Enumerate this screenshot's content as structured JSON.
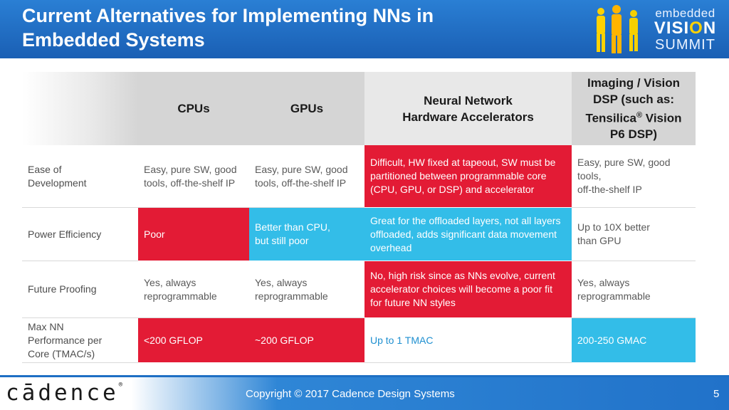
{
  "slide": {
    "title_line1": "Current Alternatives for Implementing NNs in",
    "title_line2": "Embedded Systems"
  },
  "logo": {
    "line1": "embedded",
    "line2_prefix": "VISI",
    "line2_o": "O",
    "line2_suffix": "N",
    "line3": "SUMMIT",
    "icon": "people-silhouettes-icon"
  },
  "table": {
    "headers": {
      "cpus": "CPUs",
      "gpus": "GPUs",
      "accel_line1": "Neural Network",
      "accel_line2": "Hardware Accelerators",
      "dsp_line1": "Imaging / Vision",
      "dsp_line2": "DSP (such as:",
      "dsp_line3_pre": "Tensilica",
      "dsp_line3_reg": "®",
      "dsp_line3_post": " Vision",
      "dsp_line4": "P6 DSP)"
    },
    "rows": [
      {
        "label_line1": "Ease of",
        "label_line2": "Development",
        "cpu": "Easy, pure SW, good tools, off-the-shelf IP",
        "gpu": "Easy, pure SW, good tools, off-the-shelf IP",
        "accel": "Difficult, HW fixed at tapeout, SW must be partitioned between programmable core (CPU, GPU, or DSP) and accelerator",
        "dsp_line1": "Easy, pure SW, good",
        "dsp_line2": "tools,",
        "dsp_line3": "off-the-shelf IP"
      },
      {
        "label": "Power Efficiency",
        "cpu": "Poor",
        "gpu_line1": "Better than CPU,",
        "gpu_line2": "but still poor",
        "accel": "Great for the offloaded layers, not all layers offloaded, adds significant data movement overhead",
        "dsp_line1": "Up to 10X better",
        "dsp_line2": "than GPU"
      },
      {
        "label": "Future Proofing",
        "cpu_line1": "Yes, always",
        "cpu_line2": "reprogrammable",
        "gpu_line1": "Yes, always",
        "gpu_line2": "reprogrammable",
        "accel": "No, high risk since as NNs evolve, current accelerator choices will become a poor fit for future NN styles",
        "dsp_line1": "Yes, always",
        "dsp_line2": "reprogrammable"
      },
      {
        "label_line1": "Max NN",
        "label_line2": "Performance per",
        "label_line3": "Core (TMAC/s)",
        "cpu": "<200 GFLOP",
        "gpu": "~200 GFLOP",
        "accel": "Up to 1 TMAC",
        "dsp": "200-250 GMAC"
      }
    ]
  },
  "footer": {
    "brand": "cādence",
    "brand_mark": "®",
    "copyright": "Copyright © 2017 Cadence Design Systems",
    "page_number": "5"
  },
  "colors": {
    "header_blue": "#1a5fb4",
    "alert_red": "#e31b35",
    "highlight_blue": "#33bde8",
    "header_gray": "#d5d5d5"
  }
}
